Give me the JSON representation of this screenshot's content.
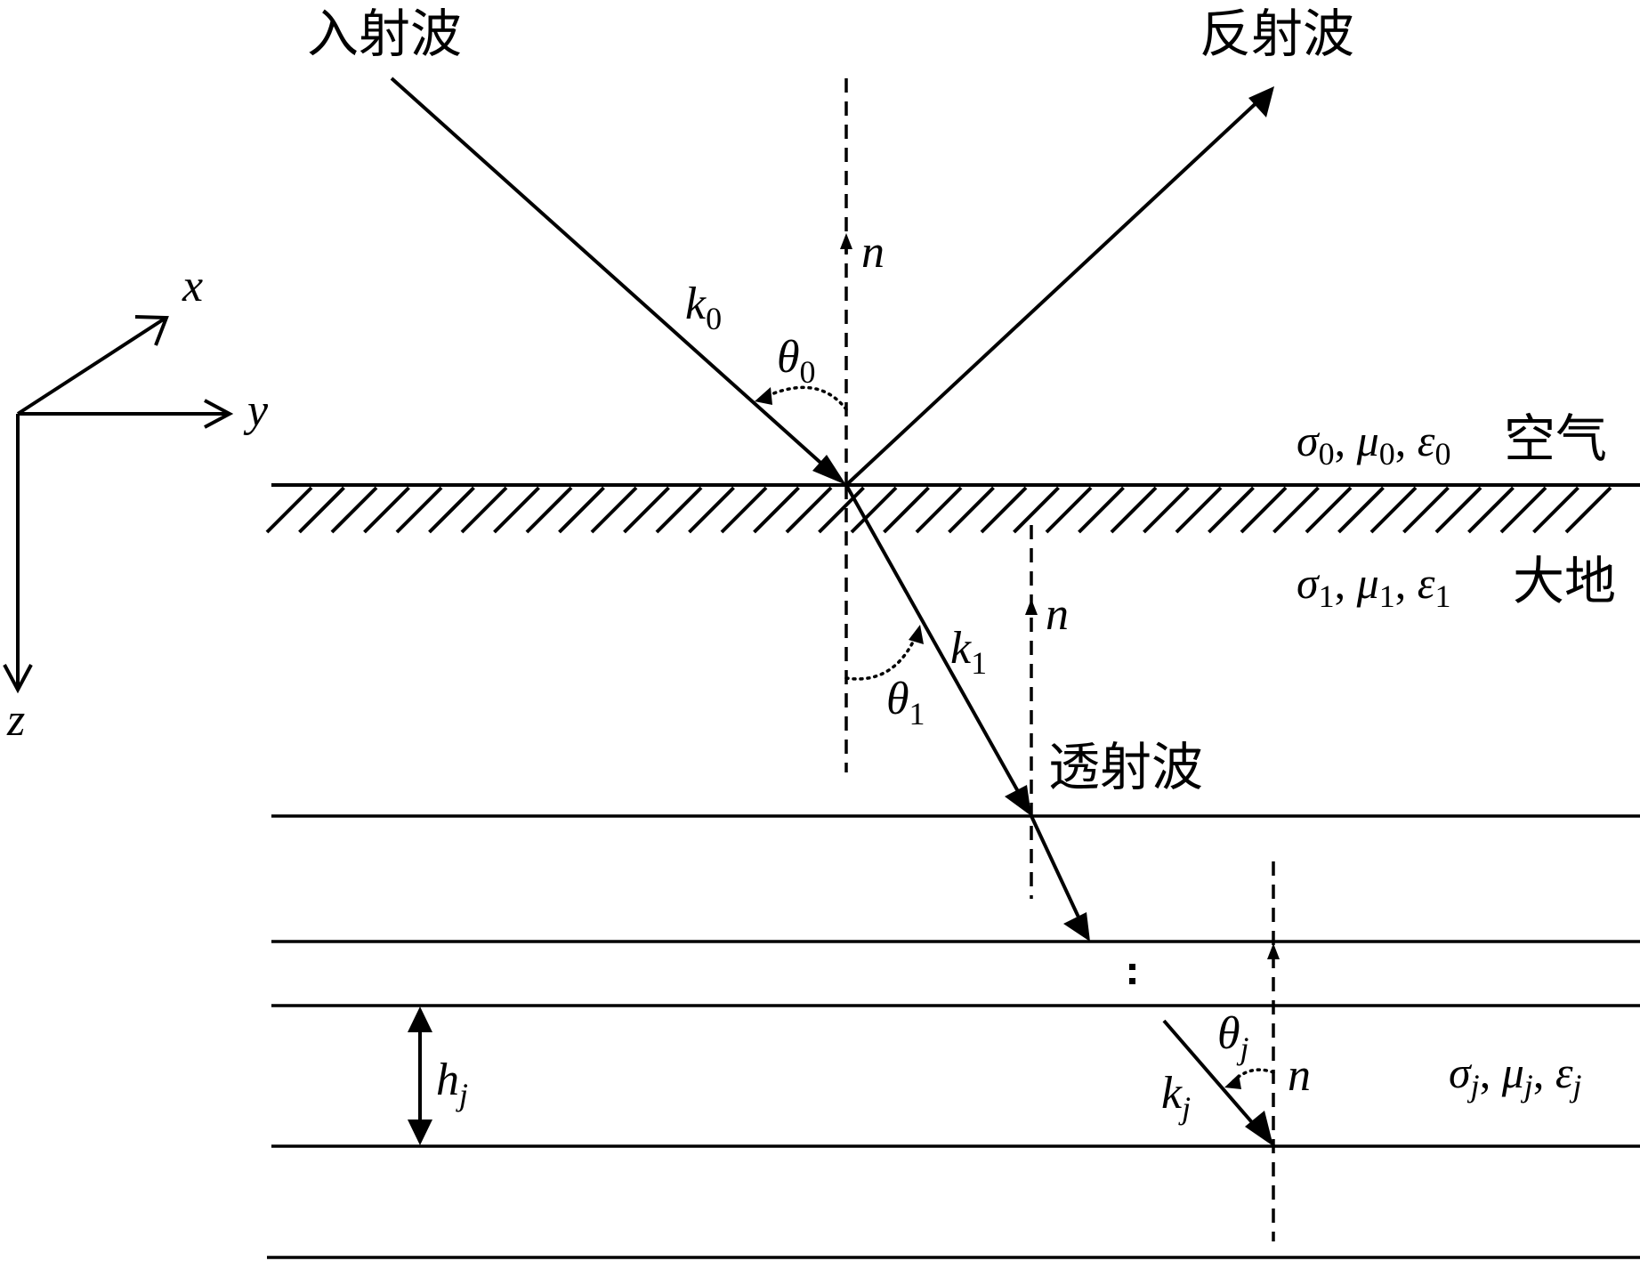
{
  "labels": {
    "incident": "入射波",
    "reflected": "反射波",
    "transmitted": "透射波",
    "air": "空气",
    "ground": "大地"
  },
  "axes": {
    "x": "x",
    "y": "y",
    "z": "z"
  },
  "symbols": {
    "normal": "n",
    "k": "k",
    "theta": "θ",
    "h": "h",
    "sigma": "σ",
    "mu": "μ",
    "epsilon": "ε",
    "ellipsis": ":"
  },
  "subscripts": {
    "s0": "0",
    "s1": "1",
    "sj": "j"
  },
  "media": {
    "m0": {
      "sigma": "σ",
      "mu": "μ",
      "eps": "ε",
      "sub": "0",
      "name": "空气"
    },
    "m1": {
      "sigma": "σ",
      "mu": "μ",
      "eps": "ε",
      "sub": "1",
      "name": "大地"
    },
    "mj": {
      "sigma": "σ",
      "mu": "μ",
      "eps": "ε",
      "sub": "j"
    }
  }
}
